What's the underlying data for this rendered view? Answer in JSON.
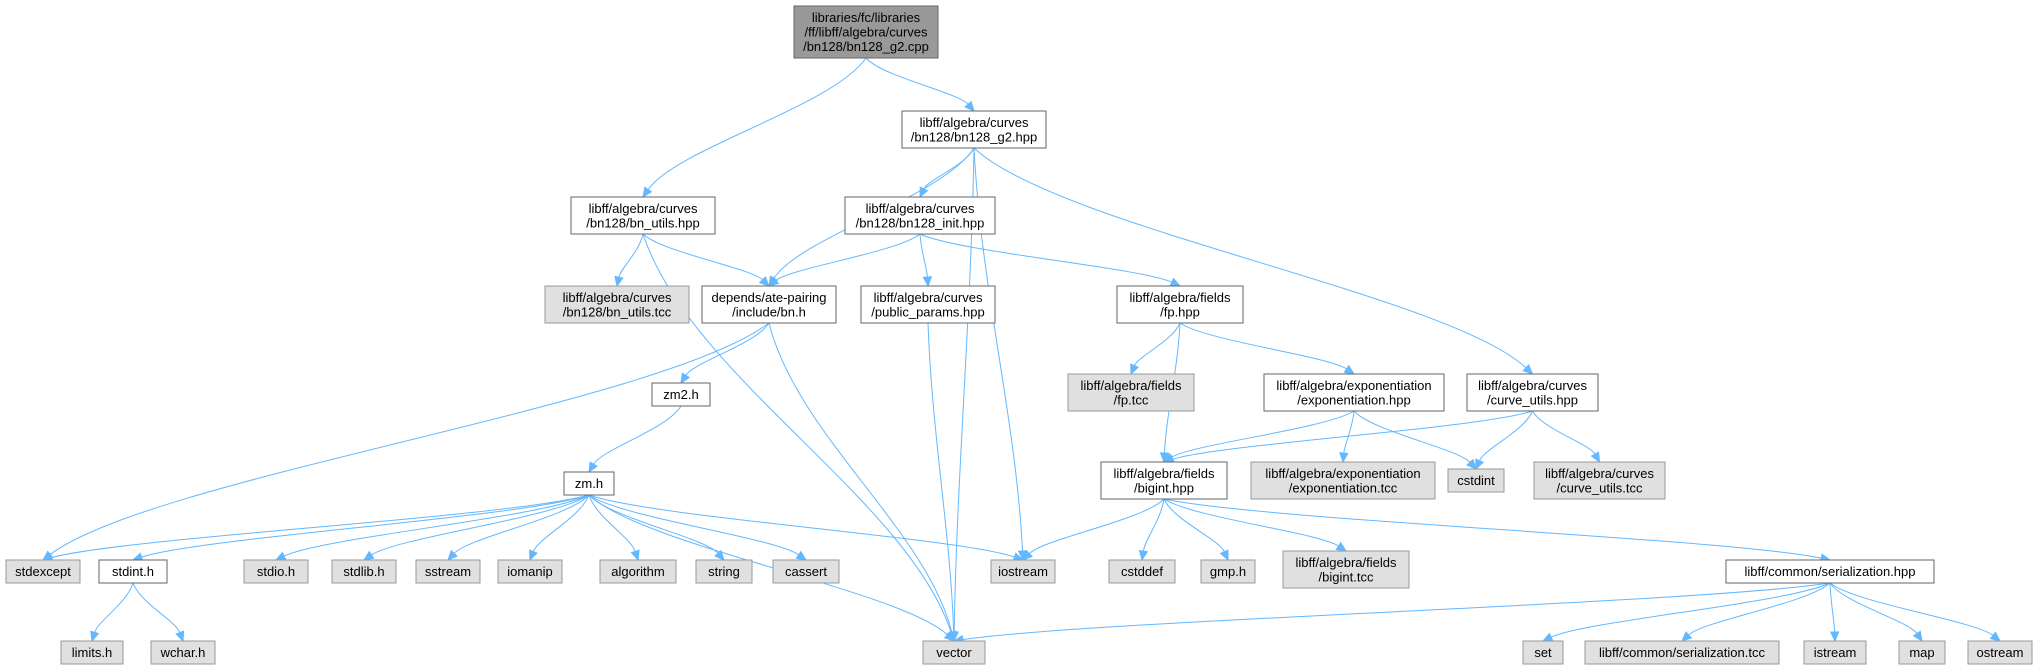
{
  "graph": {
    "nodes": [
      {
        "id": "root",
        "kind": "root",
        "lines": [
          "libraries/fc/libraries",
          "/ff/libff/algebra/curves",
          "/bn128/bn128_g2.cpp"
        ]
      },
      {
        "id": "bn128_g2_hpp",
        "kind": "std",
        "lines": [
          "libff/algebra/curves",
          "/bn128/bn128_g2.hpp"
        ]
      },
      {
        "id": "bn_utils_hpp",
        "kind": "std",
        "lines": [
          "libff/algebra/curves",
          "/bn128/bn_utils.hpp"
        ]
      },
      {
        "id": "bn128_init_hpp",
        "kind": "std",
        "lines": [
          "libff/algebra/curves",
          "/bn128/bn128_init.hpp"
        ]
      },
      {
        "id": "bn_utils_tcc",
        "kind": "leaf",
        "lines": [
          "libff/algebra/curves",
          "/bn128/bn_utils.tcc"
        ]
      },
      {
        "id": "bn_h",
        "kind": "std",
        "lines": [
          "depends/ate-pairing",
          "/include/bn.h"
        ]
      },
      {
        "id": "public_params_hpp",
        "kind": "std",
        "lines": [
          "libff/algebra/curves",
          "/public_params.hpp"
        ]
      },
      {
        "id": "fp_hpp",
        "kind": "std",
        "lines": [
          "libff/algebra/fields",
          "/fp.hpp"
        ]
      },
      {
        "id": "zm2_h",
        "kind": "std",
        "lines": [
          "zm2.h"
        ]
      },
      {
        "id": "fp_tcc",
        "kind": "leaf",
        "lines": [
          "libff/algebra/fields",
          "/fp.tcc"
        ]
      },
      {
        "id": "exponentiation_hpp",
        "kind": "std",
        "lines": [
          "libff/algebra/exponentiation",
          "/exponentiation.hpp"
        ]
      },
      {
        "id": "curve_utils_hpp",
        "kind": "std",
        "lines": [
          "libff/algebra/curves",
          "/curve_utils.hpp"
        ]
      },
      {
        "id": "zm_h",
        "kind": "std",
        "lines": [
          "zm.h"
        ]
      },
      {
        "id": "bigint_hpp",
        "kind": "std",
        "lines": [
          "libff/algebra/fields",
          "/bigint.hpp"
        ]
      },
      {
        "id": "exponentiation_tcc",
        "kind": "leaf",
        "lines": [
          "libff/algebra/exponentiation",
          "/exponentiation.tcc"
        ]
      },
      {
        "id": "cstdint",
        "kind": "leaf",
        "lines": [
          "cstdint"
        ]
      },
      {
        "id": "curve_utils_tcc",
        "kind": "leaf",
        "lines": [
          "libff/algebra/curves",
          "/curve_utils.tcc"
        ]
      },
      {
        "id": "stdexcept",
        "kind": "leaf",
        "lines": [
          "stdexcept"
        ]
      },
      {
        "id": "stdint_h",
        "kind": "std",
        "lines": [
          "stdint.h"
        ]
      },
      {
        "id": "stdio_h",
        "kind": "leaf",
        "lines": [
          "stdio.h"
        ]
      },
      {
        "id": "stdlib_h",
        "kind": "leaf",
        "lines": [
          "stdlib.h"
        ]
      },
      {
        "id": "sstream",
        "kind": "leaf",
        "lines": [
          "sstream"
        ]
      },
      {
        "id": "iomanip",
        "kind": "leaf",
        "lines": [
          "iomanip"
        ]
      },
      {
        "id": "algorithm",
        "kind": "leaf",
        "lines": [
          "algorithm"
        ]
      },
      {
        "id": "string",
        "kind": "leaf",
        "lines": [
          "string"
        ]
      },
      {
        "id": "cassert",
        "kind": "leaf",
        "lines": [
          "cassert"
        ]
      },
      {
        "id": "iostream",
        "kind": "leaf",
        "lines": [
          "iostream"
        ]
      },
      {
        "id": "cstddef",
        "kind": "leaf",
        "lines": [
          "cstddef"
        ]
      },
      {
        "id": "gmp_h",
        "kind": "leaf",
        "lines": [
          "gmp.h"
        ]
      },
      {
        "id": "bigint_tcc",
        "kind": "leaf",
        "lines": [
          "libff/algebra/fields",
          "/bigint.tcc"
        ]
      },
      {
        "id": "serialization_hpp",
        "kind": "std",
        "lines": [
          "libff/common/serialization.hpp"
        ]
      },
      {
        "id": "limits_h",
        "kind": "leaf",
        "lines": [
          "limits.h"
        ]
      },
      {
        "id": "wchar_h",
        "kind": "leaf",
        "lines": [
          "wchar.h"
        ]
      },
      {
        "id": "vector",
        "kind": "leaf",
        "lines": [
          "vector"
        ]
      },
      {
        "id": "set",
        "kind": "leaf",
        "lines": [
          "set"
        ]
      },
      {
        "id": "serialization_tcc",
        "kind": "leaf",
        "lines": [
          "libff/common/serialization.tcc"
        ]
      },
      {
        "id": "istream",
        "kind": "leaf",
        "lines": [
          "istream"
        ]
      },
      {
        "id": "map",
        "kind": "leaf",
        "lines": [
          "map"
        ]
      },
      {
        "id": "ostream",
        "kind": "leaf",
        "lines": [
          "ostream"
        ]
      }
    ],
    "edges": [
      {
        "from": "root",
        "to": "bn_utils_hpp"
      },
      {
        "from": "root",
        "to": "bn128_g2_hpp"
      },
      {
        "from": "bn128_g2_hpp",
        "to": "bn_h"
      },
      {
        "from": "bn128_g2_hpp",
        "to": "bn128_init_hpp"
      },
      {
        "from": "bn128_g2_hpp",
        "to": "iostream"
      },
      {
        "from": "bn128_g2_hpp",
        "to": "curve_utils_hpp"
      },
      {
        "from": "bn128_g2_hpp",
        "to": "vector"
      },
      {
        "from": "bn_utils_hpp",
        "to": "bn_utils_tcc"
      },
      {
        "from": "bn_utils_hpp",
        "to": "bn_h"
      },
      {
        "from": "bn_utils_hpp",
        "to": "vector"
      },
      {
        "from": "bn128_init_hpp",
        "to": "bn_h"
      },
      {
        "from": "bn128_init_hpp",
        "to": "public_params_hpp"
      },
      {
        "from": "bn128_init_hpp",
        "to": "fp_hpp"
      },
      {
        "from": "bn_h",
        "to": "zm2_h"
      },
      {
        "from": "bn_h",
        "to": "stdexcept"
      },
      {
        "from": "bn_h",
        "to": "vector"
      },
      {
        "from": "public_params_hpp",
        "to": "vector"
      },
      {
        "from": "fp_hpp",
        "to": "fp_tcc"
      },
      {
        "from": "fp_hpp",
        "to": "exponentiation_hpp"
      },
      {
        "from": "fp_hpp",
        "to": "bigint_hpp"
      },
      {
        "from": "zm2_h",
        "to": "zm_h"
      },
      {
        "from": "exponentiation_hpp",
        "to": "bigint_hpp"
      },
      {
        "from": "exponentiation_hpp",
        "to": "exponentiation_tcc"
      },
      {
        "from": "exponentiation_hpp",
        "to": "cstdint"
      },
      {
        "from": "curve_utils_hpp",
        "to": "bigint_hpp"
      },
      {
        "from": "curve_utils_hpp",
        "to": "cstdint"
      },
      {
        "from": "curve_utils_hpp",
        "to": "curve_utils_tcc"
      },
      {
        "from": "zm_h",
        "to": "stdexcept"
      },
      {
        "from": "zm_h",
        "to": "stdint_h"
      },
      {
        "from": "zm_h",
        "to": "stdio_h"
      },
      {
        "from": "zm_h",
        "to": "stdlib_h"
      },
      {
        "from": "zm_h",
        "to": "sstream"
      },
      {
        "from": "zm_h",
        "to": "iomanip"
      },
      {
        "from": "zm_h",
        "to": "algorithm"
      },
      {
        "from": "zm_h",
        "to": "string"
      },
      {
        "from": "zm_h",
        "to": "cassert"
      },
      {
        "from": "zm_h",
        "to": "iostream"
      },
      {
        "from": "zm_h",
        "to": "vector"
      },
      {
        "from": "bigint_hpp",
        "to": "iostream"
      },
      {
        "from": "bigint_hpp",
        "to": "cstddef"
      },
      {
        "from": "bigint_hpp",
        "to": "gmp_h"
      },
      {
        "from": "bigint_hpp",
        "to": "bigint_tcc"
      },
      {
        "from": "bigint_hpp",
        "to": "serialization_hpp"
      },
      {
        "from": "stdint_h",
        "to": "limits_h"
      },
      {
        "from": "stdint_h",
        "to": "wchar_h"
      },
      {
        "from": "serialization_hpp",
        "to": "vector"
      },
      {
        "from": "serialization_hpp",
        "to": "set"
      },
      {
        "from": "serialization_hpp",
        "to": "serialization_tcc"
      },
      {
        "from": "serialization_hpp",
        "to": "istream"
      },
      {
        "from": "serialization_hpp",
        "to": "map"
      },
      {
        "from": "serialization_hpp",
        "to": "ostream"
      }
    ],
    "colors": {
      "edge": "#63b8ff",
      "root_fill": "#999999",
      "leaf_fill": "#e0e0e0",
      "std_fill": "#ffffff"
    }
  }
}
